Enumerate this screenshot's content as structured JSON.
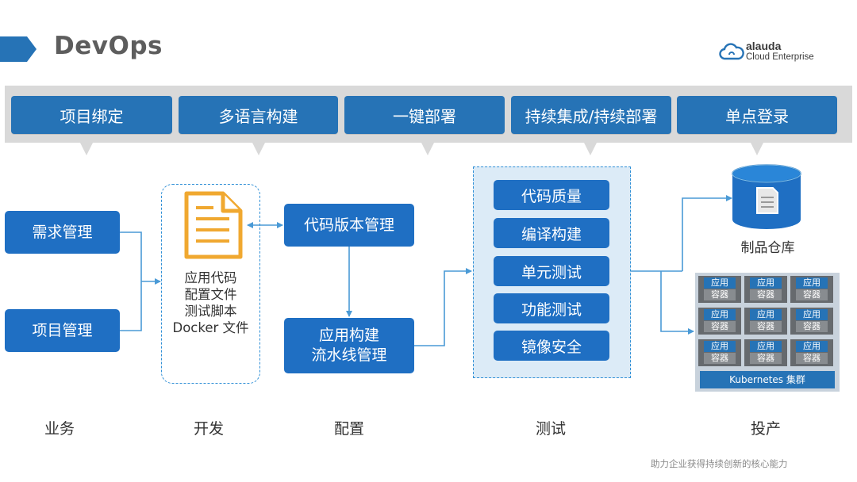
{
  "header": {
    "title": "DevOps",
    "logo_line1": "alauda",
    "logo_line2": "Cloud Enterprise"
  },
  "band": {
    "items": [
      "项目绑定",
      "多语言构建",
      "一键部署",
      "持续集成/持续部署",
      "单点登录"
    ]
  },
  "business": {
    "items": [
      "需求管理",
      "项目管理"
    ]
  },
  "develop": {
    "lines": [
      "应用代码",
      "配置文件",
      "测试脚本",
      "Docker 文件"
    ]
  },
  "config": {
    "code_version": "代码版本管理",
    "pipeline_line1": "应用构建",
    "pipeline_line2": "流水线管理"
  },
  "test": {
    "items": [
      "代码质量",
      "编译构建",
      "单元测试",
      "功能测试",
      "镜像安全"
    ]
  },
  "production": {
    "repo_label": "制品仓库",
    "container_top": "应用",
    "container_bottom": "容器",
    "cluster_label": "Kubernetes 集群"
  },
  "stages": [
    "业务",
    "开发",
    "配置",
    "测试",
    "投产"
  ],
  "footer": "助力企业获得持续创新的核心能力",
  "colors": {
    "primary_blue": "#1f6fc3",
    "band_gray": "#d9d9d9",
    "test_panel": "#dcebf7",
    "arrow": "#4a9ad6"
  }
}
